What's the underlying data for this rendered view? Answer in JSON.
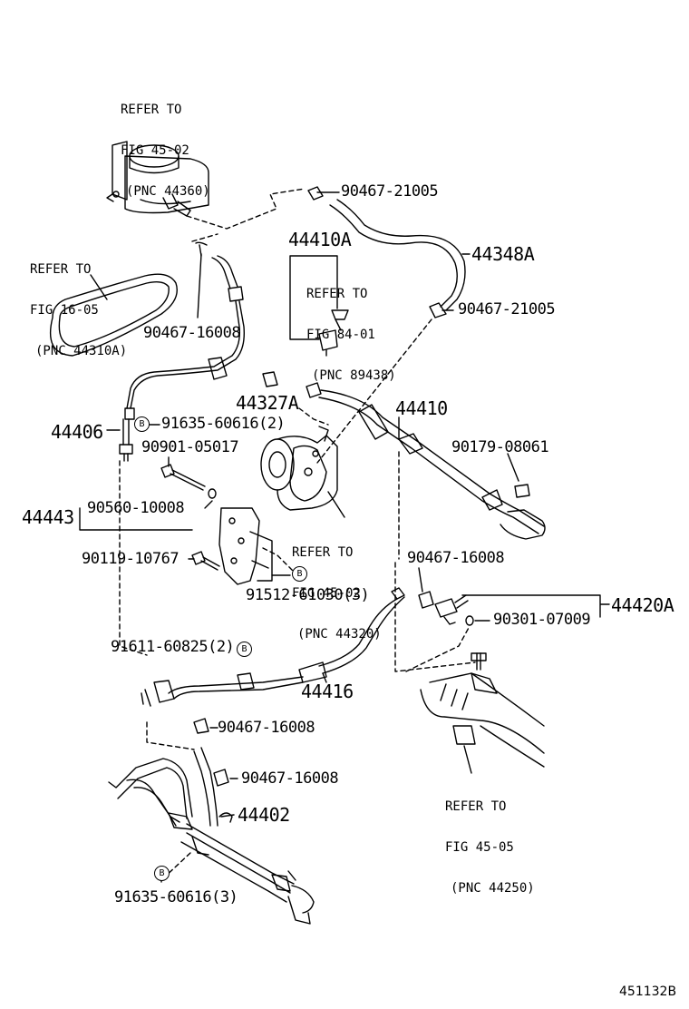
{
  "diagram_id": "451132B",
  "references": [
    {
      "lines": [
        "REFER TO",
        "FIG 45-02",
        "(PNC 44360)"
      ]
    },
    {
      "lines": [
        "REFER TO",
        "FIG 16-05",
        "(PNC 44310A)"
      ]
    },
    {
      "lines": [
        "REFER TO",
        "FIG 84-01",
        "(PNC 89438)"
      ]
    },
    {
      "lines": [
        "REFER TO",
        "FIG 45-02",
        "(PNC 44320)"
      ]
    },
    {
      "lines": [
        "REFER TO",
        "FIG 45-05",
        "(PNC 44250)"
      ]
    }
  ],
  "parts": [
    "90467-21005",
    "44410A",
    "44348A",
    "90467-21005",
    "90467-16008",
    "44327A",
    "44410",
    "44406",
    "91635-60616(2)",
    "90901-05017",
    "90179-08061",
    "44443",
    "90560-10008",
    "90119-10767",
    "91512-61030(3)",
    "90467-16008",
    "44420A",
    "90301-07009",
    "91611-60825(2)",
    "44416",
    "90467-16008",
    "90467-16008",
    "44402",
    "91635-60616(3)"
  ],
  "badge_letter": "B"
}
